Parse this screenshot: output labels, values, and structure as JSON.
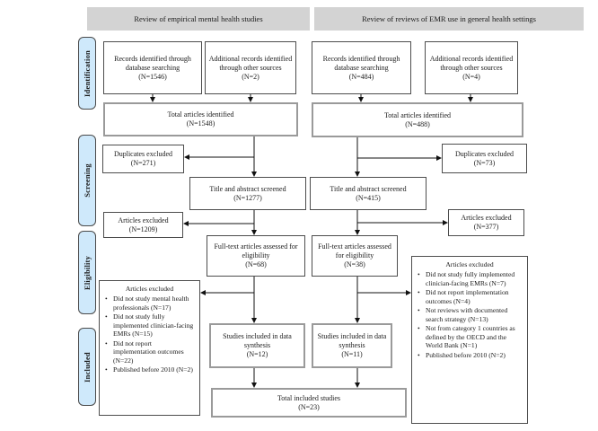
{
  "colors": {
    "header_bg": "#d3d3d3",
    "sidebar_bg": "#cfe9fb",
    "sidebar_border": "#4a4a4a",
    "connector": "#111111",
    "box_border": "#4d4d4d",
    "box_border_gray": "#9a9a9a"
  },
  "headers": {
    "left": "Review of empirical mental health studies",
    "right": "Review of reviews of EMR use in general health settings"
  },
  "sidebar": {
    "stages": [
      {
        "label": "Identification"
      },
      {
        "label": "Screening"
      },
      {
        "label": "Eligibility"
      },
      {
        "label": "Included"
      }
    ]
  },
  "left_stream": {
    "records_db": {
      "text": "Records identified through database searching",
      "n": "(N=1546)"
    },
    "records_other": {
      "text": "Additional records identified through other sources",
      "n": "(N=2)"
    },
    "total_identified": {
      "text": "Total articles identified",
      "n": "(N=1548)"
    },
    "duplicates_excluded": {
      "text": "Duplicates excluded",
      "n": "(N=271)"
    },
    "title_abstract": {
      "text": "Title and abstract screened",
      "n": "(N=1277)"
    },
    "articles_excluded": {
      "text": "Articles excluded",
      "n": "(N=1209)"
    },
    "fulltext": {
      "text": "Full-text articles assessed for eligibility",
      "n": "(N=68)"
    },
    "fulltext_excluded": {
      "title": "Articles excluded",
      "items": [
        "Did not study mental health professionals (N=17)",
        "Did not study fully implemented clinician-facing EMRs (N=15)",
        "Did not report implementation outcomes (N=22)",
        "Published before 2010 (N=2)"
      ]
    },
    "synthesis": {
      "text": "Studies included in data synthesis",
      "n": "(N=12)"
    }
  },
  "right_stream": {
    "records_db": {
      "text": "Records identified through database searching",
      "n": "(N=484)"
    },
    "records_other": {
      "text": "Additional records identified through other sources",
      "n": "(N=4)"
    },
    "total_identified": {
      "text": "Total articles identified",
      "n": "(N=488)"
    },
    "duplicates_excluded": {
      "text": "Duplicates excluded",
      "n": "(N=73)"
    },
    "title_abstract": {
      "text": "Title and abstract screened",
      "n": "(N=415)"
    },
    "articles_excluded": {
      "text": "Articles excluded",
      "n": "(N=377)"
    },
    "fulltext": {
      "text": "Full-text articles assessed for eligibility",
      "n": "(N=38)"
    },
    "fulltext_excluded": {
      "title": "Articles excluded",
      "items": [
        "Did not study fully implemented clinician-facing EMRs (N=7)",
        "Did not report implementation outcomes (N=4)",
        "Not reviews with documented search strategy (N=13)",
        "Not from category 1 countries as defined by the OECD and the World Bank (N=1)",
        "Published before 2010 (N=2)"
      ]
    },
    "synthesis": {
      "text": "Studies included in data synthesis",
      "n": "(N=11)"
    }
  },
  "total_included": {
    "text": "Total included studies",
    "n": "(N=23)"
  }
}
